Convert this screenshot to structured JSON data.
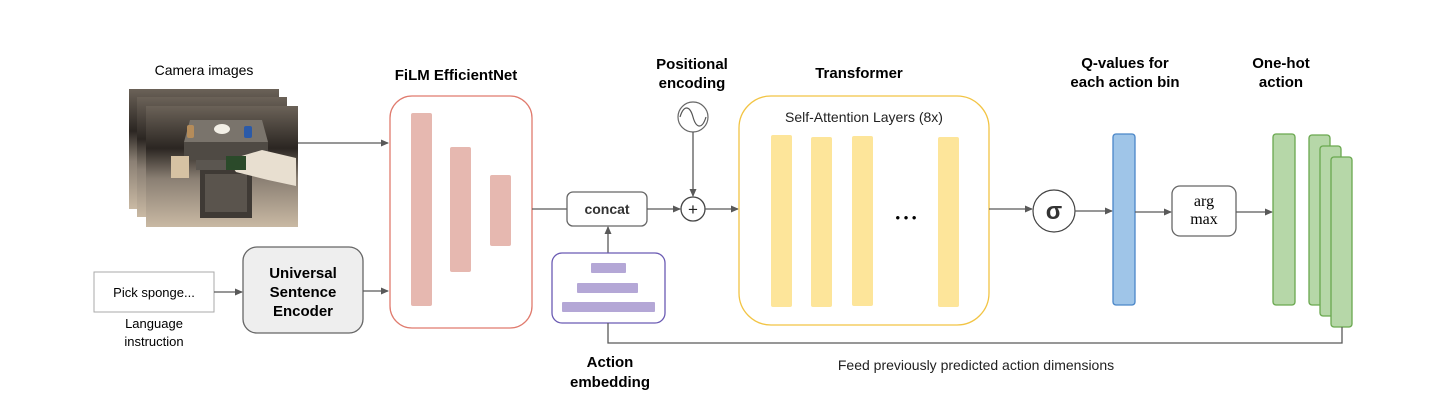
{
  "labels": {
    "camera_images": "Camera images",
    "film_title": "FiLM EfficientNet",
    "positional_line1": "Positional",
    "positional_line2": "encoding",
    "transformer_title": "Transformer",
    "self_attention": "Self-Attention Layers (8x)",
    "qvalues_line1": "Q-values for",
    "qvalues_line2": "each action bin",
    "onehot_line1": "One-hot",
    "onehot_line2": "action",
    "instruction_text": "Pick sponge...",
    "language_line1": "Language",
    "language_line2": "instruction",
    "use_line1": "Universal",
    "use_line2": "Sentence",
    "use_line3": "Encoder",
    "concat": "concat",
    "plus": "+",
    "sigma": "σ",
    "argmax_line1": "arg",
    "argmax_line2": "max",
    "ellipsis": "• • •",
    "action_emb_line1": "Action",
    "action_emb_line2": "embedding",
    "feedback": "Feed previously predicted action dimensions"
  },
  "colors": {
    "film_border": "#e07b6e",
    "film_bar": "#e6b8b0",
    "transformer_border": "#f2c444",
    "transformer_bar": "#fde59a",
    "action_border": "#6b5bb3",
    "action_bar": "#b4a7d6",
    "qvalue_fill": "#9fc5e8",
    "qvalue_border": "#4a86c8",
    "onehot_fill": "#b6d7a8",
    "onehot_border": "#6aa84f",
    "use_fill": "#eeeeee",
    "line": "#595959"
  }
}
